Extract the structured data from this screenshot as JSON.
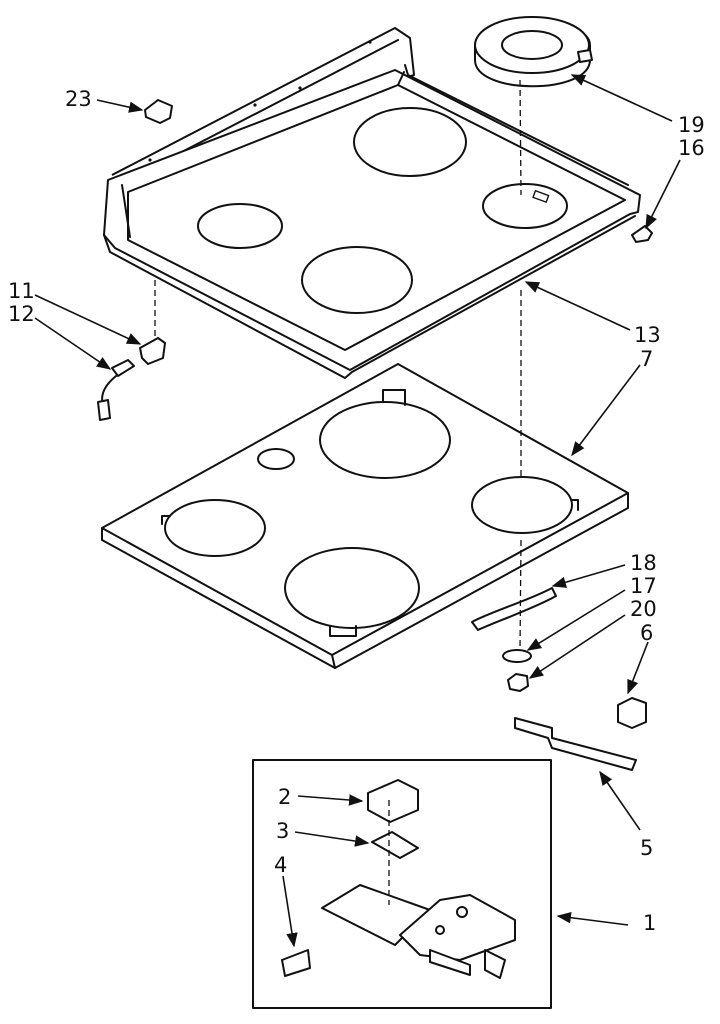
{
  "callouts": [
    {
      "id": "c23",
      "text": "23"
    },
    {
      "id": "c19",
      "text": "19"
    },
    {
      "id": "c16",
      "text": "16"
    },
    {
      "id": "c11",
      "text": "11"
    },
    {
      "id": "c12",
      "text": "12"
    },
    {
      "id": "c13",
      "text": "13"
    },
    {
      "id": "c7",
      "text": "7"
    },
    {
      "id": "c18",
      "text": "18"
    },
    {
      "id": "c17",
      "text": "17"
    },
    {
      "id": "c20",
      "text": "20"
    },
    {
      "id": "c6",
      "text": "6"
    },
    {
      "id": "c2",
      "text": "2"
    },
    {
      "id": "c3",
      "text": "3"
    },
    {
      "id": "c4",
      "text": "4"
    },
    {
      "id": "c5",
      "text": "5"
    },
    {
      "id": "c1",
      "text": "1"
    }
  ]
}
